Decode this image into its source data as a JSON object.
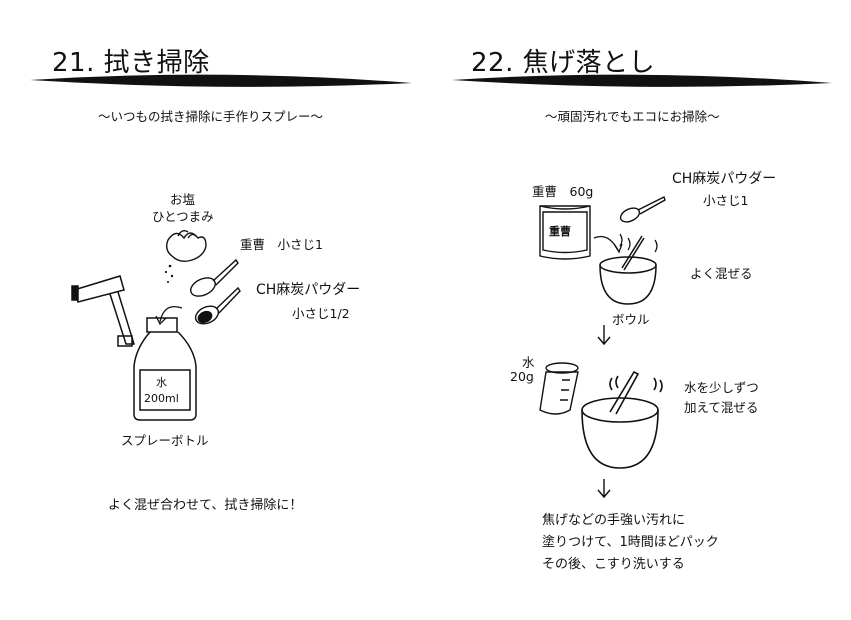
{
  "left": {
    "title": "21. 拭き掃除",
    "subtitle": "～いつもの拭き掃除に手作りスプレー～",
    "salt_label_1": "お塩",
    "salt_label_2": "ひとつまみ",
    "baking_soda_label": "重曹　小さじ1",
    "ch_powder_label": "CH麻炭パウダー",
    "ch_powder_amount": "小さじ1/2",
    "bottle_text_1": "水",
    "bottle_text_2": "200ml",
    "bottle_label": "スプレーボトル",
    "note": "よく混ぜ合わせて、拭き掃除に！"
  },
  "right": {
    "title": "22. 焦げ落とし",
    "subtitle": "～頑固汚れでもエコにお掃除～",
    "baking_soda_label": "重曹　60g",
    "package_text": "重曹",
    "ch_powder_label": "CH麻炭パウダー",
    "ch_powder_amount": "小さじ1",
    "mix_label": "よく混ぜる",
    "bowl_label": "ボウル",
    "water_label_1": "水",
    "water_label_2": "20g",
    "add_water_1": "水を少しずつ",
    "add_water_2": "加えて混ぜる",
    "final_1": "焦げなどの手強い汚れに",
    "final_2": "塗りつけて、1時間ほどパック",
    "final_3": "その後、こすり洗いする"
  }
}
